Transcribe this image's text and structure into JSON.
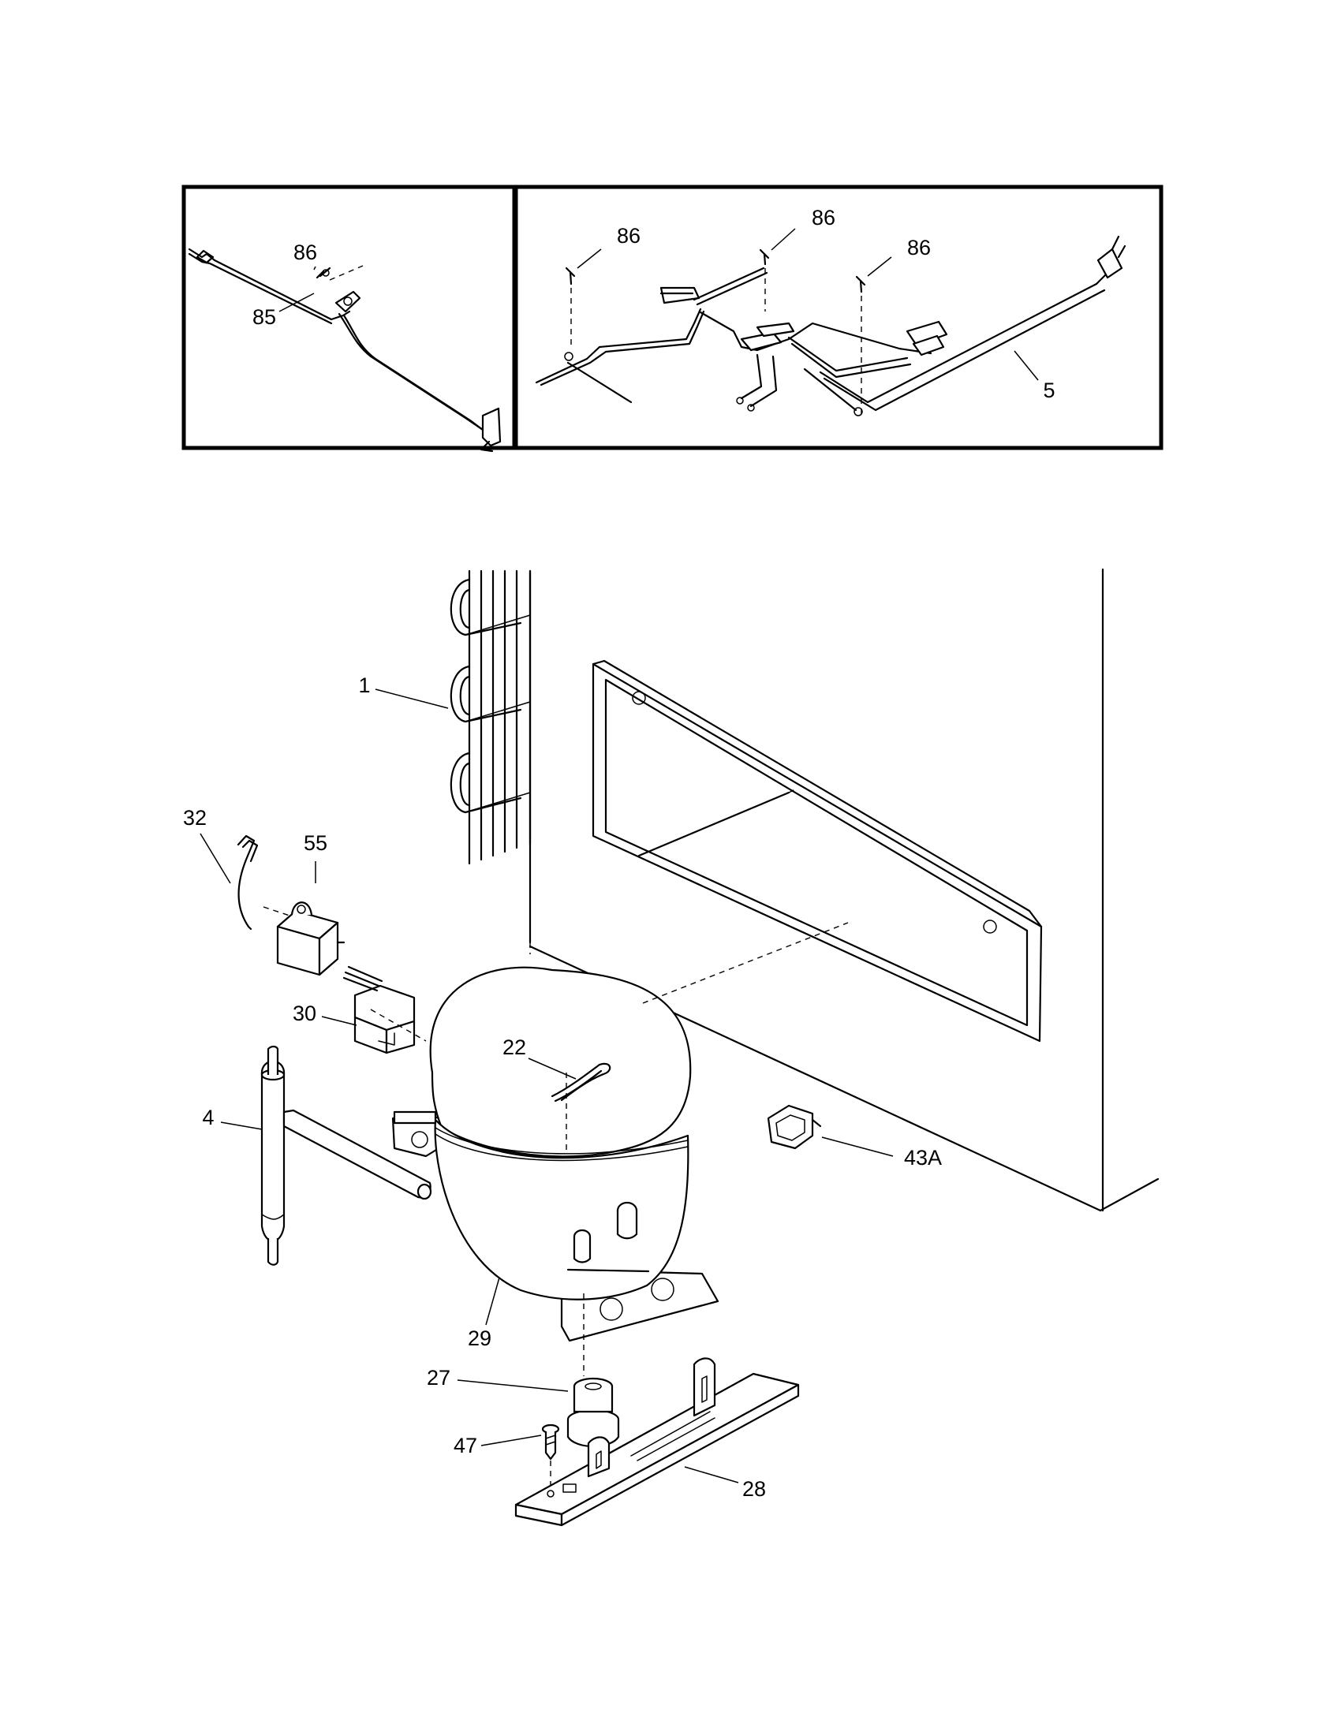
{
  "callouts": {
    "inset_left": [
      "86",
      "85"
    ],
    "inset_right": [
      "86",
      "86",
      "86",
      "5"
    ],
    "main": [
      "1",
      "32",
      "55",
      "30",
      "22",
      "4",
      "43A",
      "29",
      "27",
      "47",
      "28"
    ]
  }
}
